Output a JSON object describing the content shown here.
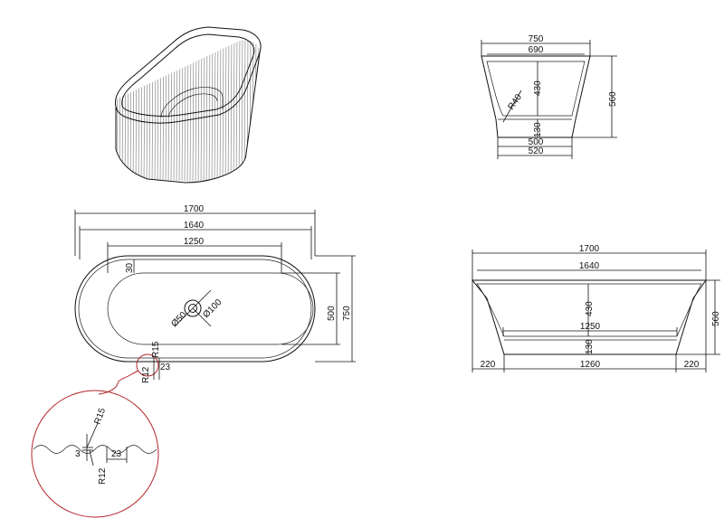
{
  "colors": {
    "line": "#111111",
    "detail_circle": "#b3262b",
    "background": "#ffffff"
  },
  "side_view": {
    "top_outer": "750",
    "top_inner": "690",
    "radius": "R40",
    "depth": "430",
    "base_height": "130",
    "total_height": "560",
    "base_inner": "500",
    "base_outer": "520"
  },
  "plan_view": {
    "length_outer": "1700",
    "length_inner": "1640",
    "length_flat": "1250",
    "rim": "30",
    "width_inner": "500",
    "width_outer": "750",
    "drain_small": "Ø50",
    "drain_large": "Ø100",
    "flute_radius": "R15",
    "flute_radius_small": "R12",
    "flute_pitch": "23"
  },
  "front_view": {
    "length_outer": "1700",
    "length_inner": "1640",
    "depth": "430",
    "floor_length": "1250",
    "base_height": "130",
    "total_height": "560",
    "base_left": "220",
    "base_center": "1260",
    "base_right": "220"
  },
  "detail": {
    "flute_radius": "R15",
    "flute_radius_small": "R12",
    "offset": "3",
    "pitch": "23"
  }
}
